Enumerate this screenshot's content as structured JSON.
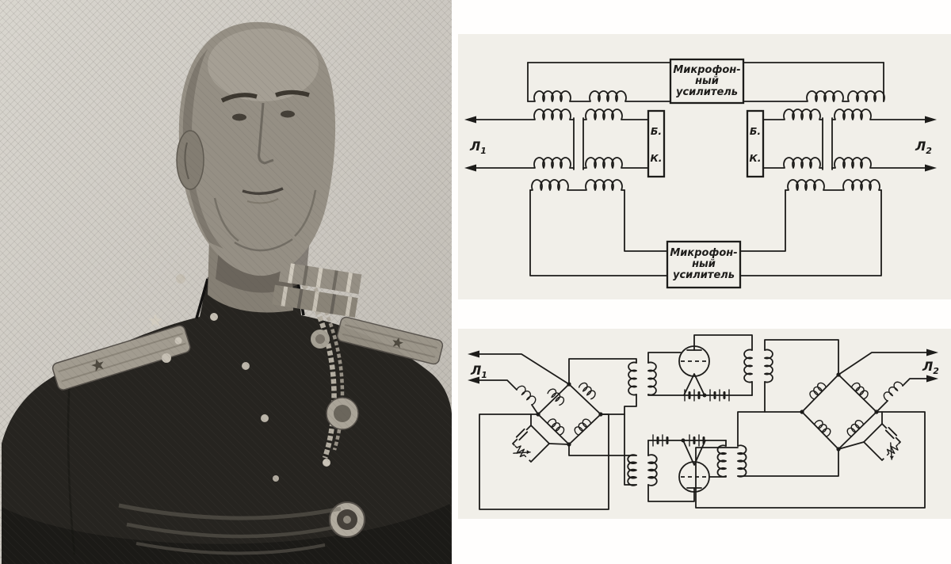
{
  "photo": {
    "description": "Halftone newspaper portrait of a bald Soviet military officer in a dark uniform with shoulder boards, a braided aiguillette cord, service ribbon bars and round medals on the chest"
  },
  "diagram_top": {
    "line_left": {
      "base": "Л",
      "sub": "1"
    },
    "line_right": {
      "base": "Л",
      "sub": "2"
    },
    "amplifier_top": {
      "line1": "Микрофон-",
      "line2": "ный",
      "line3": "усилитель"
    },
    "amplifier_bottom": {
      "line1": "Микрофон-",
      "line2": "ный",
      "line3": "усилитель"
    },
    "balance_left": {
      "line1": "Б.",
      "line2": "К."
    },
    "balance_right": {
      "line1": "Б.",
      "line2": "К."
    }
  },
  "diagram_bottom": {
    "line_left": {
      "base": "Л",
      "sub": "1"
    },
    "line_right": {
      "base": "Л",
      "sub": "2"
    }
  },
  "colors": {
    "ink": "#1d1c1a",
    "panel_background": "#f1efe9",
    "page_background": "#fffefd",
    "photo_background": "#cbc7c0",
    "uniform": "#262420"
  }
}
